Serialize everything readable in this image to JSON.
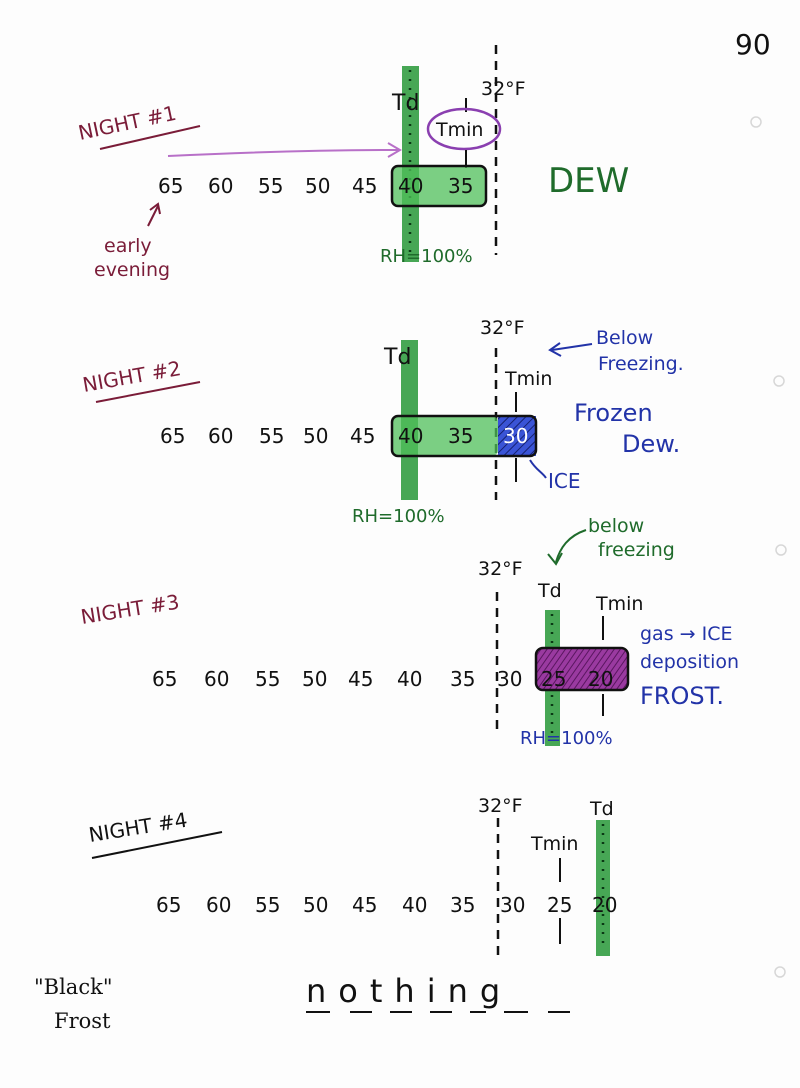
{
  "page_number": "90",
  "colors": {
    "ink": "#111111",
    "maroon": "#7a1c38",
    "green": "#2e9b3e",
    "dark_green": "#1f6b2b",
    "blue": "#2233a8",
    "purple": "#7e2f8e",
    "violet_circle": "#8a3fb0"
  },
  "nights": [
    {
      "label": "NIGHT #1",
      "scale": [
        "65",
        "60",
        "55",
        "50",
        "45",
        "40",
        "35"
      ],
      "freezing_label": "32°F",
      "td_label": "Td",
      "tmin_label": "Tmin",
      "rh_label": "RH=100%",
      "result": "DEW",
      "note_line1": "early",
      "note_line2": "evening"
    },
    {
      "label": "NIGHT #2",
      "scale": [
        "65",
        "60",
        "55",
        "50",
        "45",
        "40",
        "35",
        "30"
      ],
      "freezing_label": "32°F",
      "td_label": "Td",
      "tmin_label": "Tmin",
      "rh_label": "RH=100%",
      "note_line1": "Below",
      "note_line2": "Freezing.",
      "result_line1": "Frozen",
      "result_line2": "Dew.",
      "ice_label": "ICE"
    },
    {
      "label": "NIGHT #3",
      "scale": [
        "65",
        "60",
        "55",
        "50",
        "45",
        "40",
        "35",
        "30",
        "25",
        "20"
      ],
      "freezing_label": "32°F",
      "td_label": "Td",
      "tmin_label": "Tmin",
      "rh_label": "RH=100%",
      "note_line1": "below",
      "note_line2": "freezing",
      "result_line1": "gas → ICE",
      "result_line2": "deposition",
      "result_line3": "FROST."
    },
    {
      "label": "NIGHT #4",
      "scale": [
        "65",
        "60",
        "55",
        "50",
        "45",
        "40",
        "35",
        "30",
        "25",
        "20"
      ],
      "freezing_label": "32°F",
      "td_label": "Td",
      "tmin_label": "Tmin",
      "result": "nothing",
      "quote_line1": "\"Black\"",
      "quote_line2": "Frost"
    }
  ]
}
